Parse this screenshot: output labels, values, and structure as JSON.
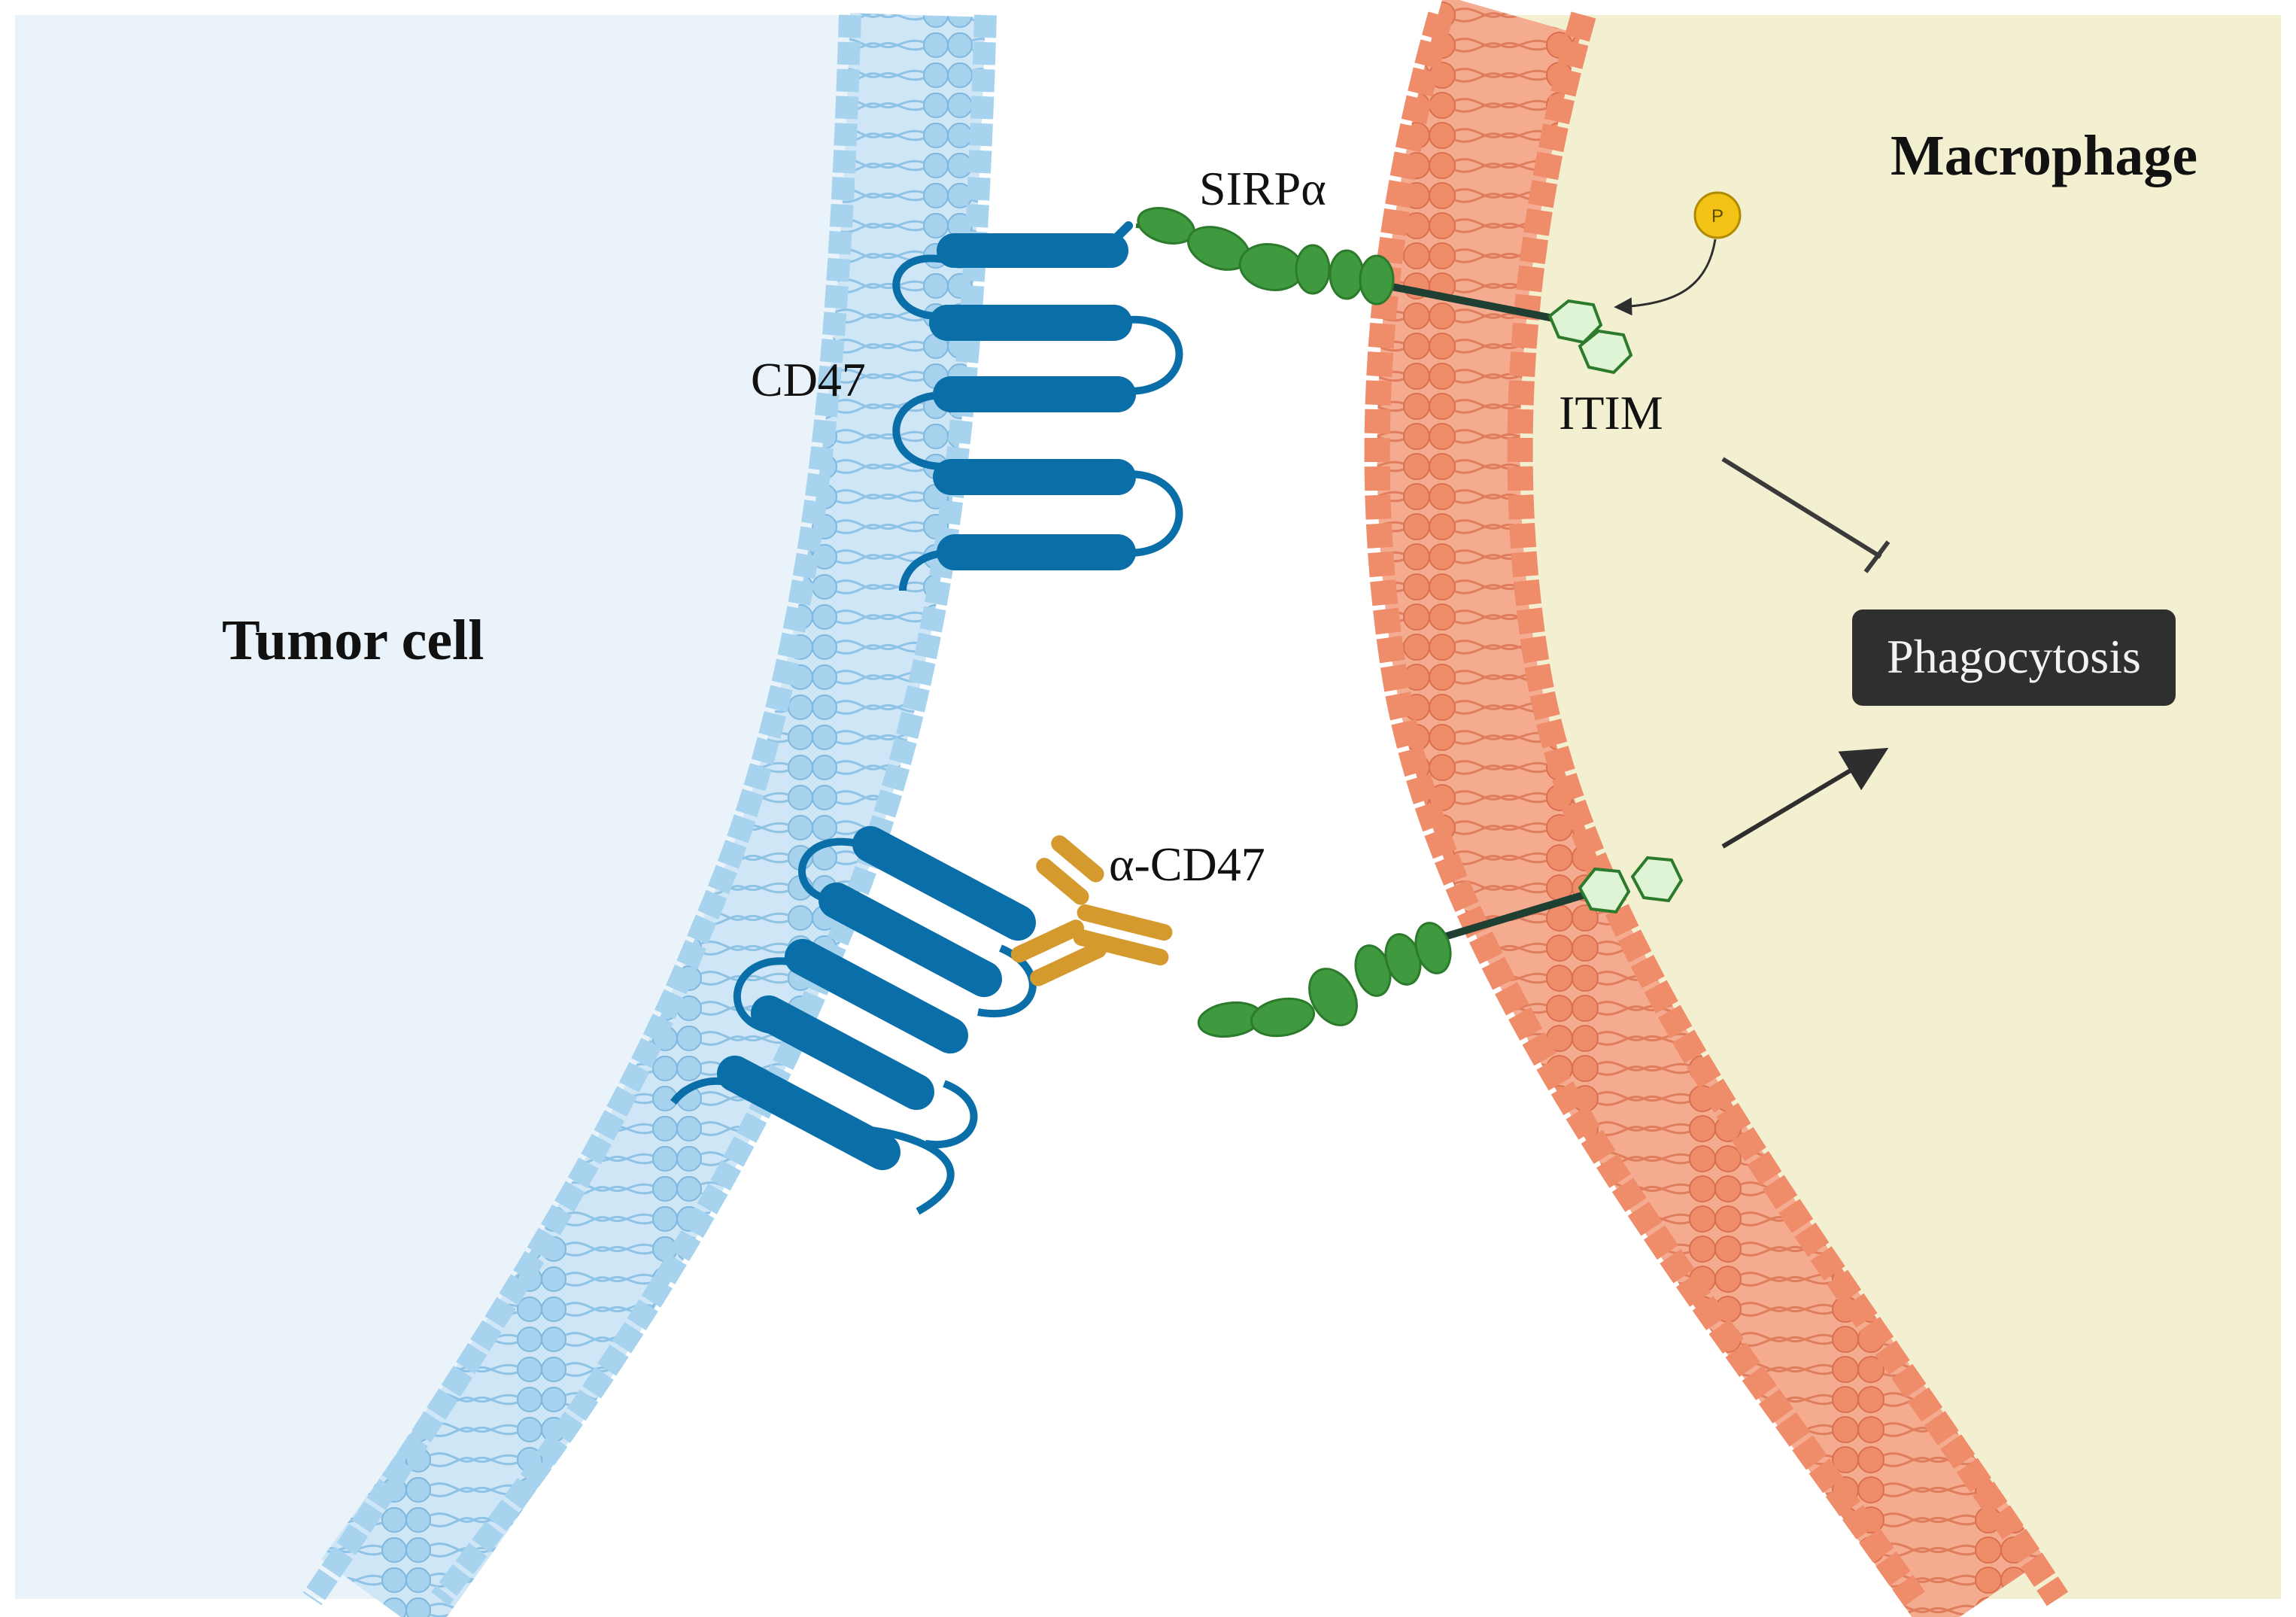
{
  "labels": {
    "tumor_cell": "Tumor cell",
    "macrophage": "Macrophage",
    "cd47": "CD47",
    "sirpa": "SIRPα",
    "itim": "ITIM",
    "anti_cd47": "α-CD47",
    "phagocytosis": "Phagocytosis",
    "phosphate": "P"
  },
  "colors": {
    "tumor_cytoplasm": "#eaf2fa",
    "macrophage_cytoplasm": "#f3f0d2",
    "tumor_membrane": "#a7d3ef",
    "macrophage_membrane": "#ef8c6a",
    "cd47_protein": "#0a6ea8",
    "sirpa_protein": "#3f9a3f",
    "itim_motif": "#dff3d5",
    "antibody": "#d49a2e",
    "phosphate": "#f2c215",
    "phagocytosis_box": "#2f2f2f"
  },
  "icons": {
    "phosphate": "phosphate-icon",
    "inhibition": "inhibition-arrow-icon",
    "activation": "activation-arrow-icon",
    "antibody": "antibody-icon"
  }
}
